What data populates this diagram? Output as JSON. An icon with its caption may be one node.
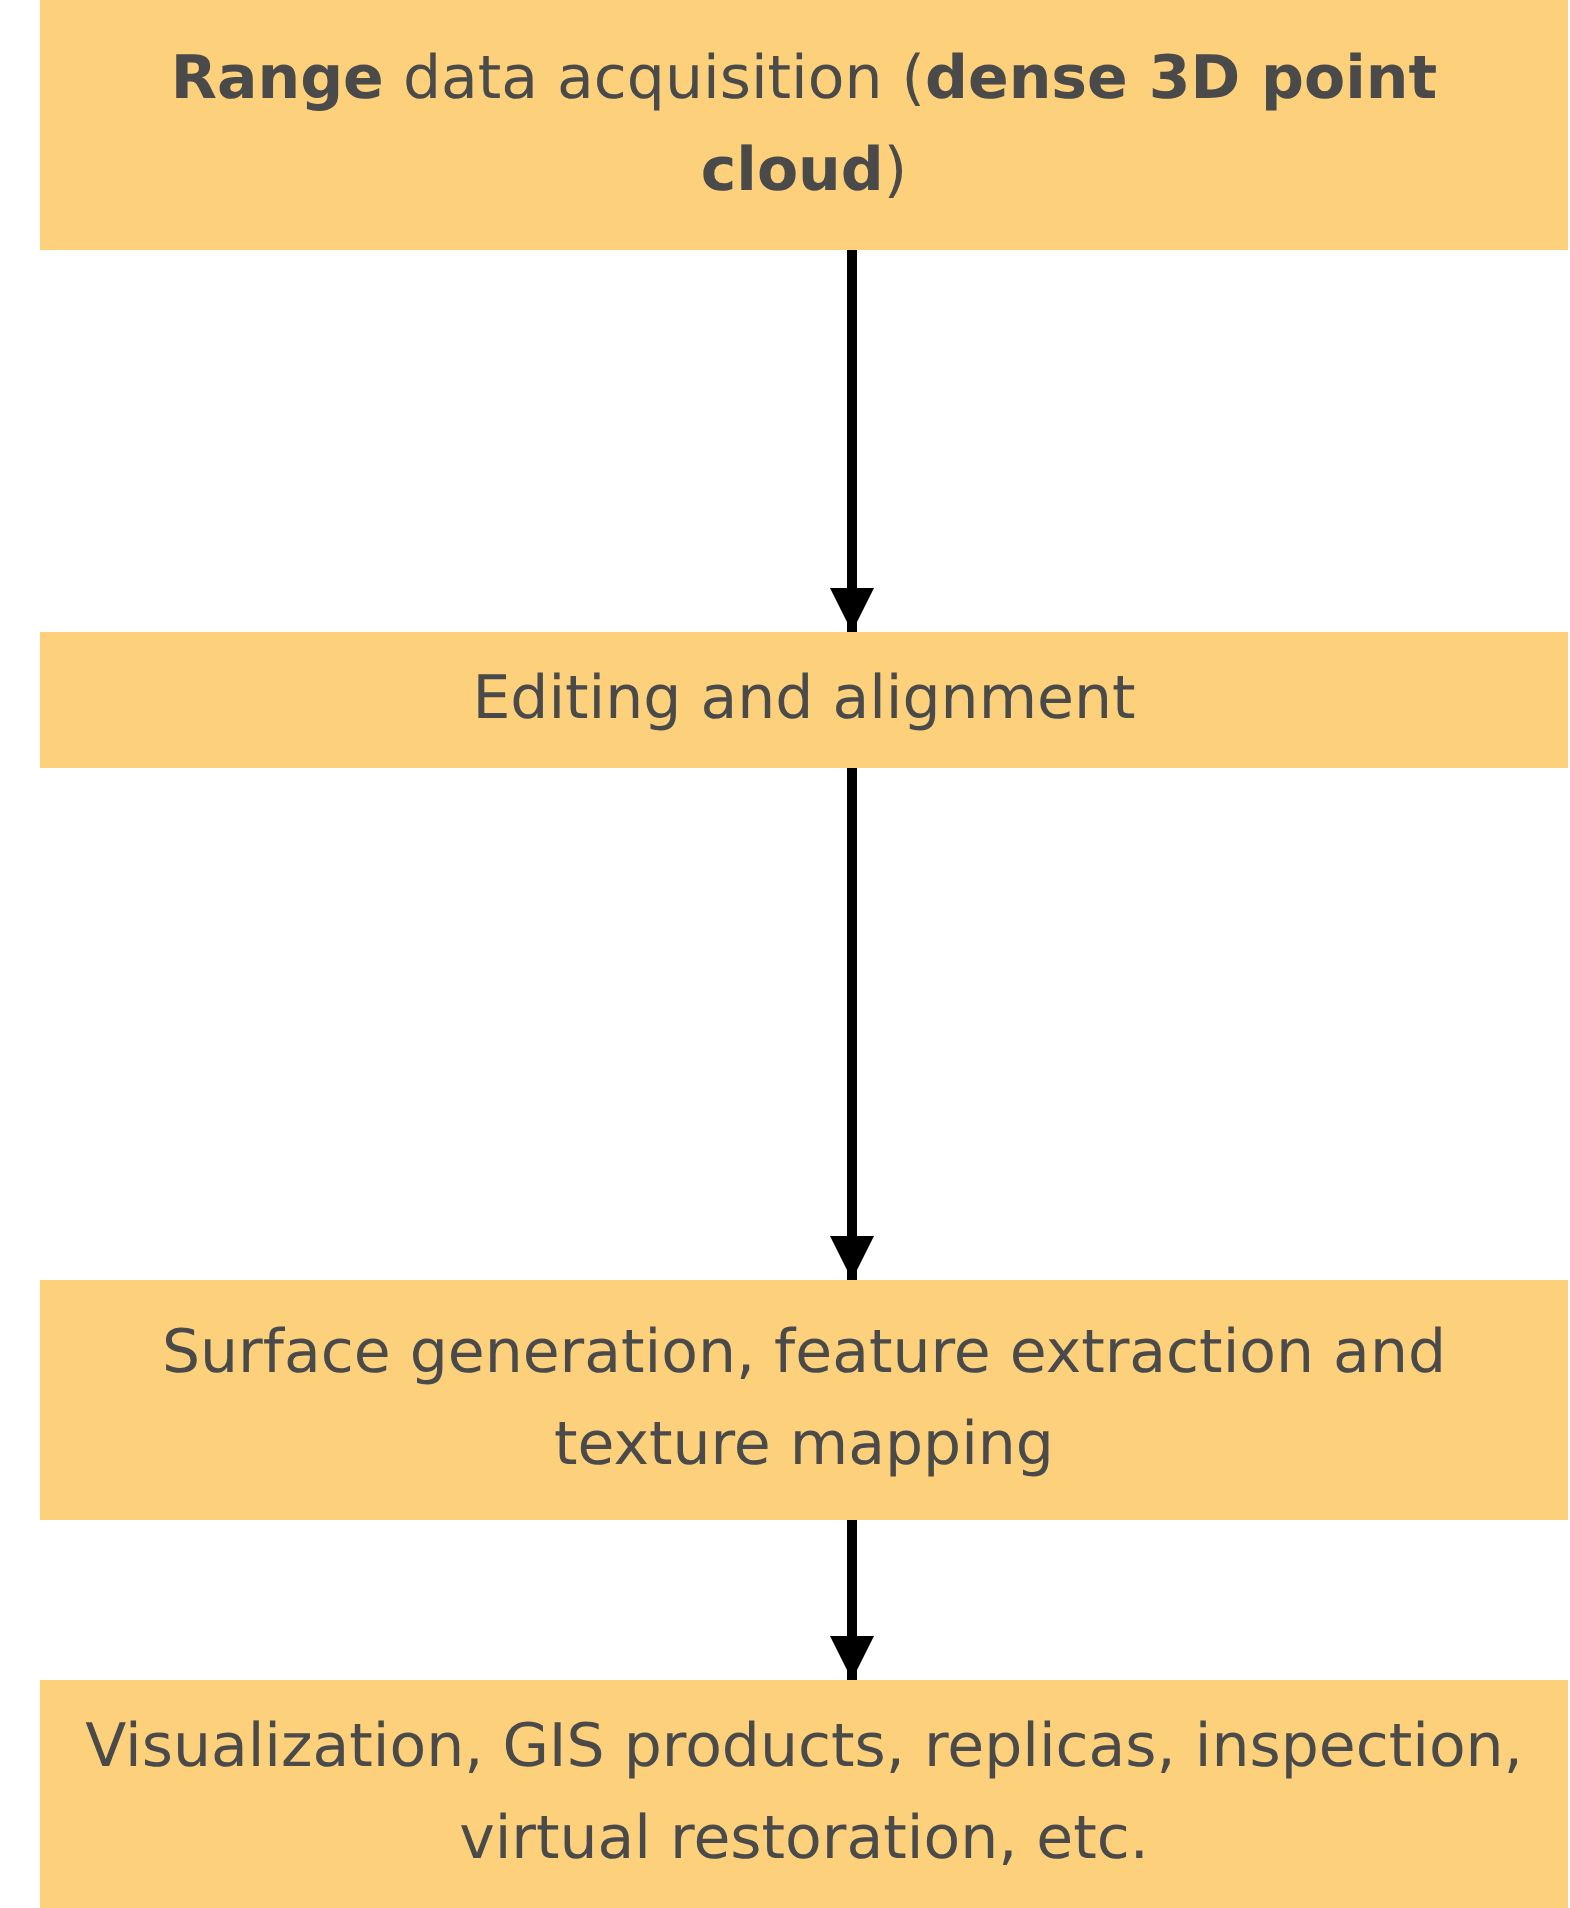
{
  "diagram": {
    "nodes": [
      {
        "text": [
          "**Range** data acquisition (**dense 3D point cloud**)"
        ]
      },
      {
        "text": [
          "Editing and alignment"
        ]
      },
      {
        "text": [
          "Surface generation, feature extraction and texture mapping"
        ]
      },
      {
        "text": [
          "Visualization, GIS products, replicas, inspection, virtual restoration, etc."
        ]
      }
    ],
    "edges": [
      {
        "from": 0,
        "to": 1,
        "arrow": "to"
      },
      {
        "from": 1,
        "to": 2,
        "arrow": "to"
      },
      {
        "from": 2,
        "to": 3,
        "arrow": "to"
      }
    ]
  }
}
